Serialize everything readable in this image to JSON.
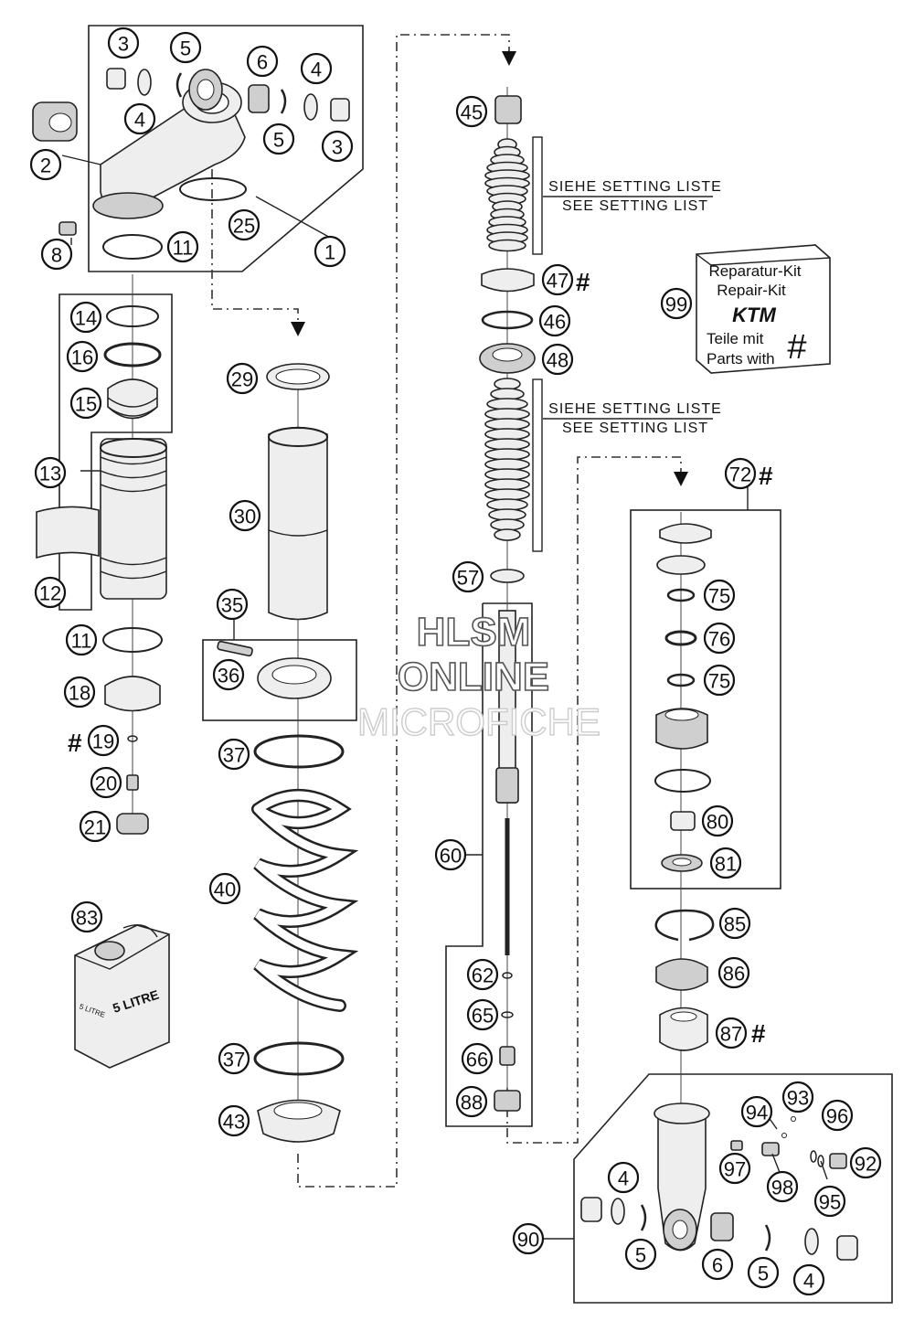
{
  "callouts": [
    "1",
    "2",
    "3",
    "4",
    "5",
    "6",
    "8",
    "11",
    "12",
    "13",
    "14",
    "15",
    "16",
    "18",
    "19",
    "20",
    "21",
    "25",
    "29",
    "30",
    "35",
    "36",
    "37",
    "40",
    "43",
    "45",
    "46",
    "47",
    "48",
    "57",
    "60",
    "62",
    "65",
    "66",
    "72",
    "75",
    "76",
    "80",
    "81",
    "83",
    "85",
    "86",
    "87",
    "88",
    "90",
    "92",
    "93",
    "94",
    "95",
    "96",
    "97",
    "98",
    "99"
  ],
  "hash_symbol": "#",
  "setting_note": {
    "de": "SIEHE SETTING LISTE",
    "en": "SEE SETTING LIST"
  },
  "repair_kit": {
    "title_de": "Reparatur-Kit",
    "title_en": "Repair-Kit",
    "brand": "KTM",
    "parts_de": "Teile mit",
    "parts_en": "Parts with",
    "symbol": "#"
  },
  "oil_can": {
    "label": "5 LITRE",
    "label_small": "5 LITRE"
  },
  "watermark": {
    "line1": "HLSM",
    "line2": "ONLINE",
    "line3": "MICROFICHE"
  }
}
